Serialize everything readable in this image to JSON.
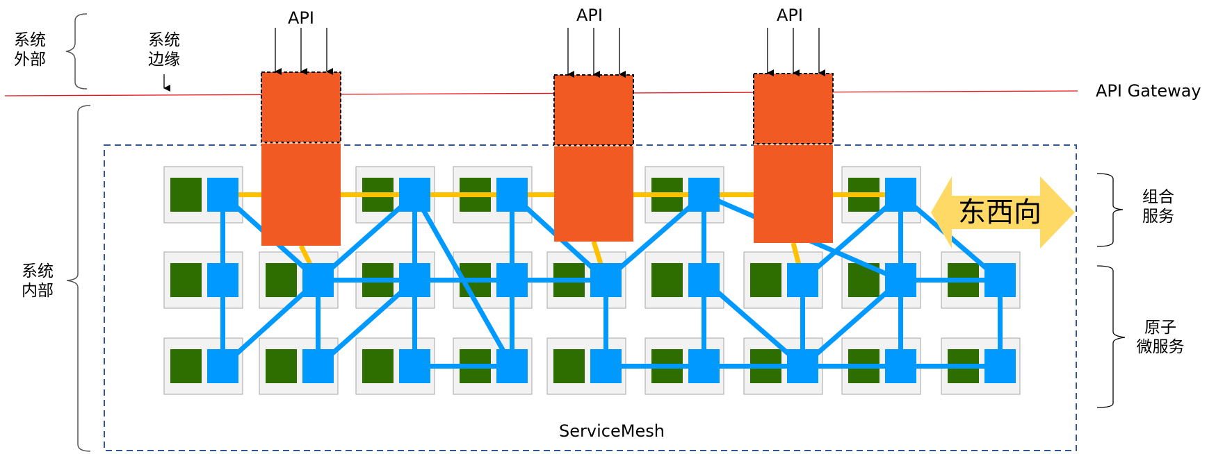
{
  "labels": {
    "system_outside": "系统\n外部",
    "system_edge": "系统\n边缘",
    "system_inside": "系统\n内部",
    "api": [
      "API",
      "API",
      "API"
    ],
    "api_gateway": "API Gateway",
    "composite_services": "组合\n服务",
    "atomic_microservices": "原子\n微服务",
    "east_west": "东西向",
    "service_mesh": "ServiceMesh"
  },
  "colors": {
    "gateway_line": "#e8101a",
    "gateway_block": "#f15a22",
    "service_app": "#2e6e00",
    "sidecar_proxy": "#0099ff",
    "gateway_link": "#ffc000",
    "east_west_arrow": "#ffd966",
    "mesh_border": "#2f5597",
    "service_box_bg": "#f2f2f2",
    "service_box_border": "#a6a6a6"
  },
  "gateways": [
    {
      "id": "G1",
      "col_center": 388,
      "api_arrows": 3
    },
    {
      "id": "G2",
      "col_center": 765,
      "api_arrows": 3
    },
    {
      "id": "G3",
      "col_center": 1022,
      "api_arrows": 3
    }
  ],
  "tiers": [
    {
      "name": "composite",
      "row": 0,
      "columns": [
        0,
        2,
        3,
        5,
        7
      ]
    },
    {
      "name": "atomic",
      "row": 1,
      "columns": [
        0,
        1,
        2,
        3,
        4,
        5,
        6,
        7,
        8
      ]
    },
    {
      "name": "atomic",
      "row": 2,
      "columns": [
        0,
        1,
        2,
        3,
        4,
        5,
        6,
        7,
        8
      ]
    }
  ],
  "mesh_links": [
    [
      "0,0",
      "1,0"
    ],
    [
      "0,0",
      "1,1"
    ],
    [
      "1,0",
      "2,0"
    ],
    [
      "2,0",
      "1,1"
    ],
    [
      "1,1",
      "2,1"
    ],
    [
      "1,1",
      "0,2"
    ],
    [
      "0,2",
      "1,2"
    ],
    [
      "0,2",
      "2,3"
    ],
    [
      "1,2",
      "2,2"
    ],
    [
      "1,2",
      "2,1"
    ],
    [
      "1,1",
      "1,2"
    ],
    [
      "1,2",
      "1,3"
    ],
    [
      "1,3",
      "2,3"
    ],
    [
      "2,2",
      "2,3"
    ],
    [
      "0,3",
      "1,3"
    ],
    [
      "0,3",
      "2,3"
    ],
    [
      "0,3",
      "1,4"
    ],
    [
      "1,3",
      "1,4"
    ],
    [
      "1,4",
      "2,4"
    ],
    [
      "1,4",
      "0,5"
    ],
    [
      "2,4",
      "1,4"
    ],
    [
      "2,4",
      "2,5"
    ],
    [
      "0,5",
      "1,5"
    ],
    [
      "0,5",
      "1,7"
    ],
    [
      "1,5",
      "2,5"
    ],
    [
      "1,5",
      "2,6"
    ],
    [
      "2,5",
      "2,6"
    ],
    [
      "1,6",
      "2,6"
    ],
    [
      "1,6",
      "0,7"
    ],
    [
      "0,7",
      "1,7"
    ],
    [
      "0,7",
      "1,8"
    ],
    [
      "1,7",
      "1,8"
    ],
    [
      "1,7",
      "2,7"
    ],
    [
      "2,7",
      "2,6"
    ],
    [
      "2,6",
      "1,7"
    ],
    [
      "2,7",
      "2,8"
    ],
    [
      "1,8",
      "2,8"
    ],
    [
      "1,3",
      "1,2"
    ]
  ],
  "gateway_links": [
    [
      "0,0",
      "G1"
    ],
    [
      "G1",
      "0,2"
    ],
    [
      "0,2",
      "0,3"
    ],
    [
      "0,3",
      "G2"
    ],
    [
      "G2",
      "0,5"
    ],
    [
      "0,5",
      "G3"
    ],
    [
      "G3",
      "0,7"
    ],
    [
      "G1",
      "1,1"
    ],
    [
      "G2",
      "1,4"
    ],
    [
      "G3",
      "1,6"
    ]
  ]
}
